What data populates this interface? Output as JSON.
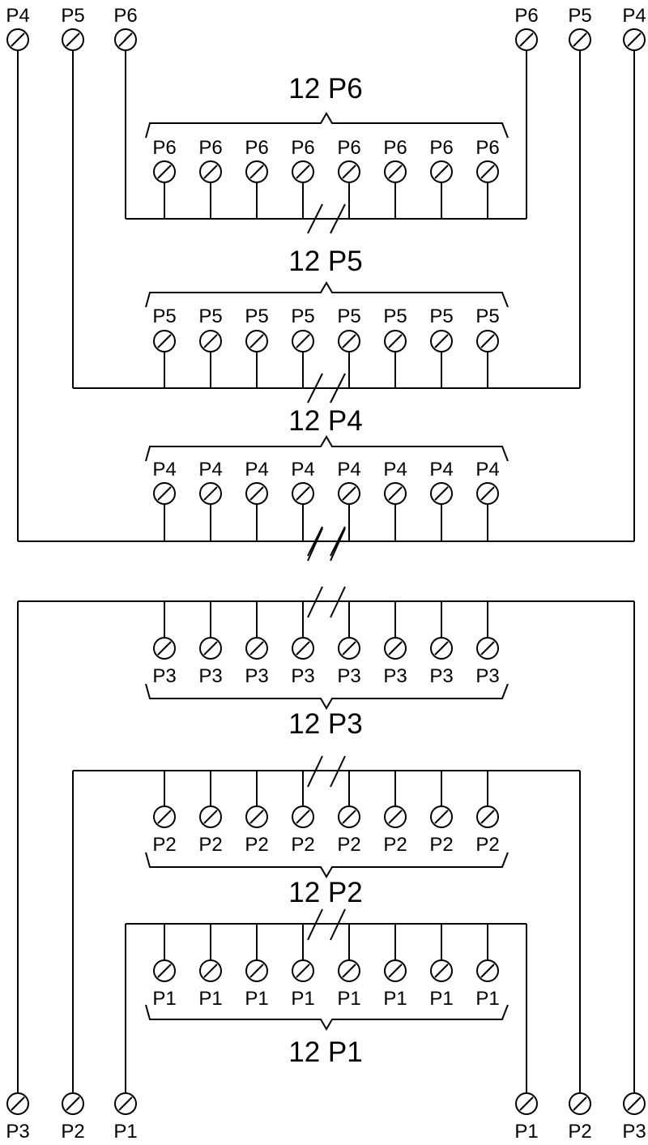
{
  "colors": {
    "line": "#000000",
    "background": "#ffffff"
  },
  "groups": [
    {
      "id": "p6",
      "title": "12 P6",
      "label": "P6",
      "edge_label": "P6",
      "pins": 8
    },
    {
      "id": "p5",
      "title": "12 P5",
      "label": "P5",
      "edge_label": "P5",
      "pins": 8
    },
    {
      "id": "p4",
      "title": "12 P4",
      "label": "P4",
      "edge_label": "P4",
      "pins": 8
    },
    {
      "id": "p3",
      "title": "12 P3",
      "label": "P3",
      "edge_label": "P3",
      "pins": 8
    },
    {
      "id": "p2",
      "title": "12 P2",
      "label": "P2",
      "edge_label": "P2",
      "pins": 8
    },
    {
      "id": "p1",
      "title": "12 P1",
      "label": "P1",
      "edge_label": "P1",
      "pins": 8
    }
  ],
  "top_terminals": [
    "P4",
    "P5",
    "P6",
    "P6",
    "P5",
    "P4"
  ],
  "bottom_terminals": [
    "P3",
    "P2",
    "P1",
    "P1",
    "P2",
    "P3"
  ]
}
